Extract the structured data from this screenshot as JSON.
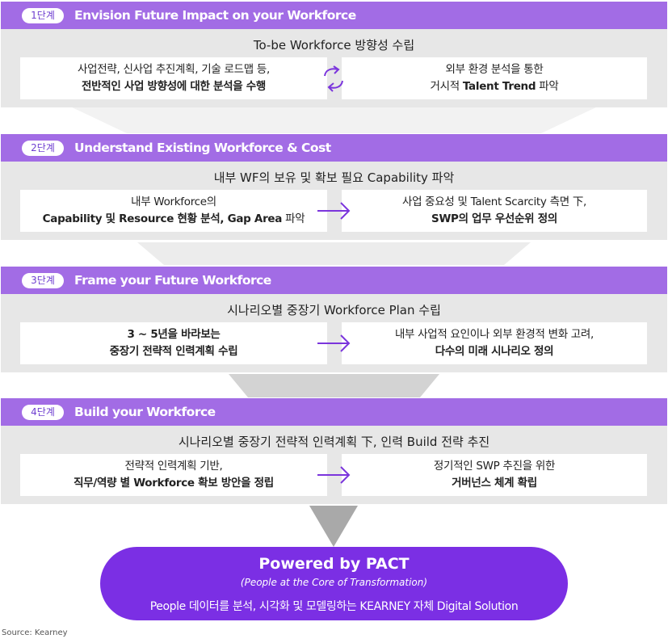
{
  "colors": {
    "header": "#a26ce5",
    "badge_text": "#6f3fd0",
    "body": "#e7e7e7",
    "arrow": "#7b35dc",
    "funnel_light": "#f1f1f1",
    "funnel_dark": "#c9c9c9",
    "pact": "#7b2fe4"
  },
  "stages": [
    {
      "badge": "1단계",
      "title": "Envision Future Impact on your Workforce",
      "subtitle": "To-be Workforce 방향성 수립",
      "connector_icon": "cycle-arrows-icon",
      "left_line1": "사업전략, 신사업 추진계획, 기술 로드맵 등,",
      "left_line2": "전반적인 사업 방향성에 대한 분석을 수행",
      "right_line1": "외부 환경 분석을 통한",
      "right_line2_prefix": "거시적 ",
      "right_line2_bold": "Talent Trend",
      "right_line2_suffix": " 파악"
    },
    {
      "badge": "2단계",
      "title": "Understand Existing Workforce & Cost",
      "subtitle": "내부 WF의 보유 및 확보 필요 Capability 파악",
      "connector_icon": "right-arrow-icon",
      "left_line1": "내부 Workforce의",
      "left_line2_bold": "Capability 및 Resource 현황 분석, Gap Area",
      "left_line2_suffix": " 파악",
      "right_line1": "사업 중요성 및 Talent Scarcity 측면 下,",
      "right_line2": "SWP의 업무 우선순위 정의"
    },
    {
      "badge": "3단계",
      "title": "Frame your Future Workforce",
      "subtitle": "시나리오별 중장기 Workforce Plan 수립",
      "connector_icon": "right-arrow-icon",
      "left_line1": "3 ~ 5년을 바라보는",
      "left_line2": "중장기 전략적 인력계획 수립",
      "right_line1": "내부 사업적 요인이나 외부 환경적 변화 고려,",
      "right_line2": "다수의 미래 시나리오 정의"
    },
    {
      "badge": "4단계",
      "title": "Build your Workforce",
      "subtitle": "시나리오별 중장기 전략적 인력계획 下, 인력 Build 전략 추진",
      "connector_icon": "right-arrow-icon",
      "left_line1": "전략적 인력계획 기반,",
      "left_line2": "직무/역량 별 Workforce 확보 방안을 정립",
      "right_line1": "정기적인 SWP 추진을 위한",
      "right_line2": "거버넌스 체계 확립"
    }
  ],
  "pact": {
    "title": "Powered by PACT",
    "subtitle": "(People at the Core of Transformation)",
    "description": "People 데이터를 분석, 시각화 및 모델링하는 KEARNEY 자체 Digital Solution"
  },
  "source": "Source: Kearney"
}
